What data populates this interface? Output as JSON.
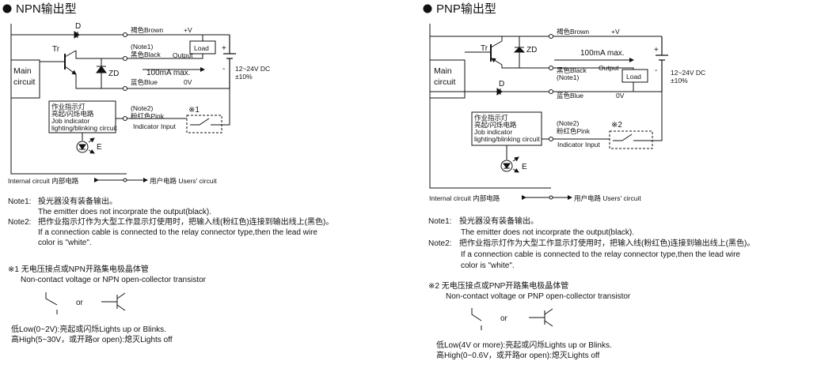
{
  "npn": {
    "title": "NPN输出型",
    "main_l1": "Main",
    "main_l2": "circuit",
    "tr": "Tr",
    "d": "D",
    "zd": "ZD",
    "brown_cn": "褐色Brown",
    "plus_v": "+V",
    "note1": "(Note1)",
    "black": "黑色Black",
    "output": "Output",
    "load": "Load",
    "current": "100mA  max.",
    "blue": "蓝色Blue",
    "zero_v": "0V",
    "note2": "(Note2)",
    "pink": "粉红色Pink",
    "indicator": "Indicator Input",
    "mark1": "※1",
    "supply": "12~24V DC",
    "tol": "±10%",
    "plus": "+",
    "minus": "-",
    "job1": "作业指示灯",
    "job2": "亮起/闪烁电路",
    "job3": "Job indicator",
    "job4": "lighting/blinking circuit",
    "e": "E",
    "internal": "Internal circuit 内部电路",
    "users": "用户电路 Users' circuit"
  },
  "pnp": {
    "title": "PNP输出型",
    "main_l1": "Main",
    "main_l2": "circuit",
    "tr": "Tr",
    "d": "D",
    "zd": "ZD",
    "brown_cn": "褐色Brown",
    "plus_v": "+V",
    "current": "100mA max.",
    "black": "黑色Black",
    "note1": "(Note1)",
    "output": "Output",
    "load": "Load",
    "blue": "蓝色Blue",
    "zero_v": "0V",
    "note2": "(Note2)",
    "pink": "粉红色Pink",
    "indicator": "Indicator Input",
    "mark2": "※2",
    "supply": "12~24V DC",
    "tol": "±10%",
    "plus": "+",
    "minus": "-",
    "job1": "作业指示灯",
    "job2": "亮起/闪烁电路",
    "job3": "Job indicator",
    "job4": "lighting/blinking circuit",
    "e": "E",
    "internal": "Internal circuit 内部电路",
    "users": "用户电路 Users' circuit"
  },
  "notes_left": {
    "n1_label": "Note1:",
    "n1_cn": "投光器没有装备输出。",
    "n1_en": "The emitter does not incorprate the output(black).",
    "n2_label": "Note2:",
    "n2_cn": "把作业指示灯作为大型工作显示灯使用时，把输入线(粉红色)连接到输出线上(黑色)。",
    "n2_en1": "If a connection cable is connected to the relay connector type,then the lead wire",
    "n2_en2": "color is \"white\".",
    "x_cn": "※1 无电压接点或NPN开路集电极晶体管",
    "x_en": "Non-contact voltage or NPN open-collector transistor",
    "or": "or",
    "low": "低Low(0~2V):亮起或闪烁Lights up or Blinks.",
    "high": "高High(5~30V，或开路or open):熄灭Lights off"
  },
  "notes_right": {
    "n1_label": "Note1:",
    "n1_cn": "投光器没有装备输出。",
    "n1_en": "The emitter does not incorprate the output(black).",
    "n2_label": "Note2:",
    "n2_cn": "把作业指示灯作为大型工作显示灯使用时，把输入线(粉红色)连接到输出线上(黑色)。",
    "n2_en1": "If a connection cable is connected to the relay connector type,then the lead wire",
    "n2_en2": "color is \"white\".",
    "x_cn": "※2 无电压接点或PNP开路集电极晶体管",
    "x_en": "Non-contact voltage or PNP open-collector transistor",
    "or": "or",
    "low": "低Low(4V or more):亮起或闪烁Lights up or Blinks.",
    "high": "高High(0~0.6V，或开路or open):熄灭Lights off"
  }
}
